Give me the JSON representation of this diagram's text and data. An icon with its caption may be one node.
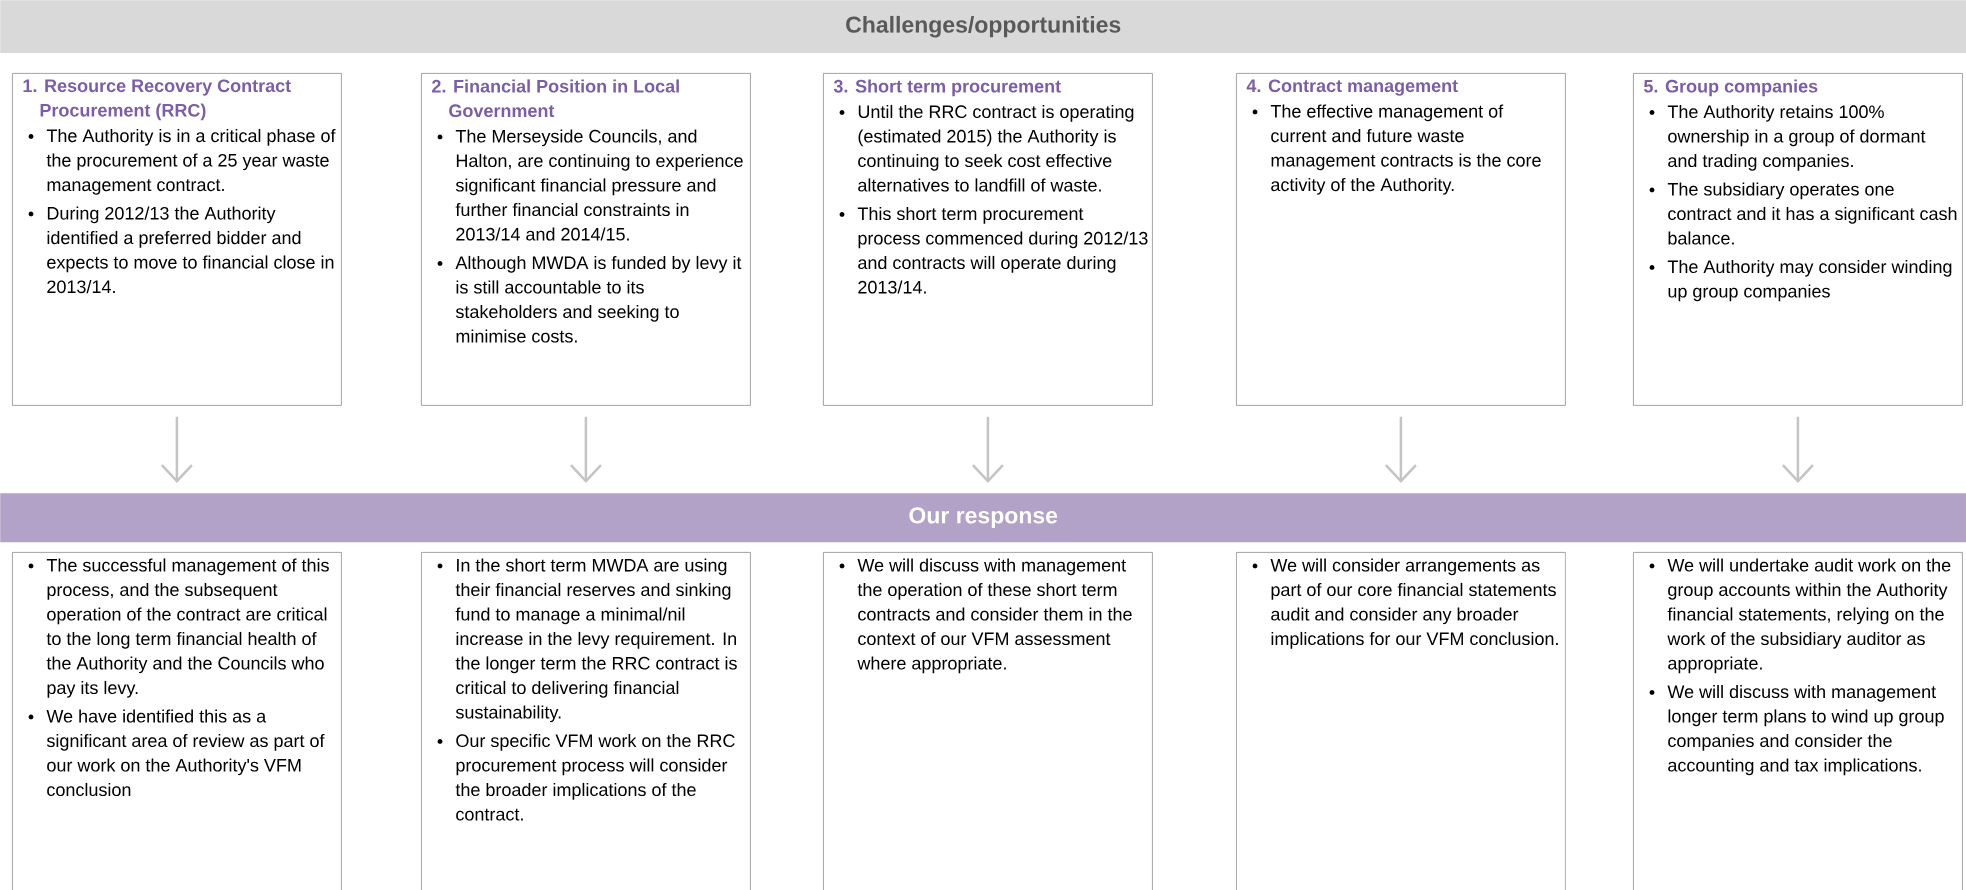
{
  "diagram": {
    "nodes": [
      {
        "text": [
          "Challenges/opportunities"
        ]
      },
      {
        "text": [
          "1. Resource Recovery Contract Procurement (RRC)",
          "The Authority is in a critical phase of the procurement  of a 25 year waste management contract.",
          "During 2012/13 the Authority identified a preferred bidder and expects to move to financial close in 2013/14."
        ]
      },
      {
        "text": [
          "2. Financial Position in Local Government",
          "The Merseyside Councils, and Halton, are continuing to experience significant financial pressure and further financial constraints in 2013/14 and 2014/15.",
          "Although MWDA is funded by levy it is still accountable to its stakeholders and seeking to minimise costs."
        ]
      },
      {
        "text": [
          "3. Short term procurement",
          "Until the RRC contract is operating (estimated 2015) the Authority is continuing to seek cost effective alternatives to landfill of waste.",
          "This short term procurement process commenced during 2012/13 and contracts will operate during 2013/14."
        ]
      },
      {
        "text": [
          "4. Contract management",
          "The effective management of current and future waste management contracts is the core activity of the Authority."
        ]
      },
      {
        "text": [
          "5. Group companies",
          "The Authority retains 100% ownership in a group of dormant and trading companies.",
          "The subsidiary operates one contract and it has a significant cash balance.",
          "The Authority may consider winding up group companies"
        ]
      },
      {
        "text": [
          "Our response"
        ]
      },
      {
        "text": [
          "The successful management of this process, and the subsequent operation of the contract are critical to the long term financial health of the Authority and the Councils who pay its levy.",
          "We have identified this as a significant area of review as part of our work on the Authority's VFM conclusion"
        ]
      },
      {
        "text": [
          "In the short term MWDA are using their financial reserves and sinking fund to manage a minimal/nil increase in the levy requirement.  In the longer term the RRC contract is critical to delivering financial sustainability.",
          "Our specific VFM work on the RRC procurement process will consider the broader implications of the contract."
        ]
      },
      {
        "text": [
          "We will discuss with management the operation of these short term contracts and consider them in the context of our VFM assessment where appropriate."
        ]
      },
      {
        "text": [
          "We will consider arrangements as part of our core financial statements audit and consider any broader implications for our VFM conclusion."
        ]
      },
      {
        "text": [
          "We will undertake audit work on the group accounts within the Authority financial statements, relying on the work of the subsidiary auditor as appropriate.",
          "We will discuss with management longer term plans to wind up group companies and consider the accounting and tax implications."
        ]
      }
    ],
    "edges": [
      {
        "from": 1,
        "to": 6,
        "arrow": "to"
      },
      {
        "from": 2,
        "to": 6,
        "arrow": "to"
      },
      {
        "from": 3,
        "to": 6,
        "arrow": "to"
      },
      {
        "from": 4,
        "to": 6,
        "arrow": "to"
      },
      {
        "from": 5,
        "to": 6,
        "arrow": "to"
      }
    ]
  }
}
